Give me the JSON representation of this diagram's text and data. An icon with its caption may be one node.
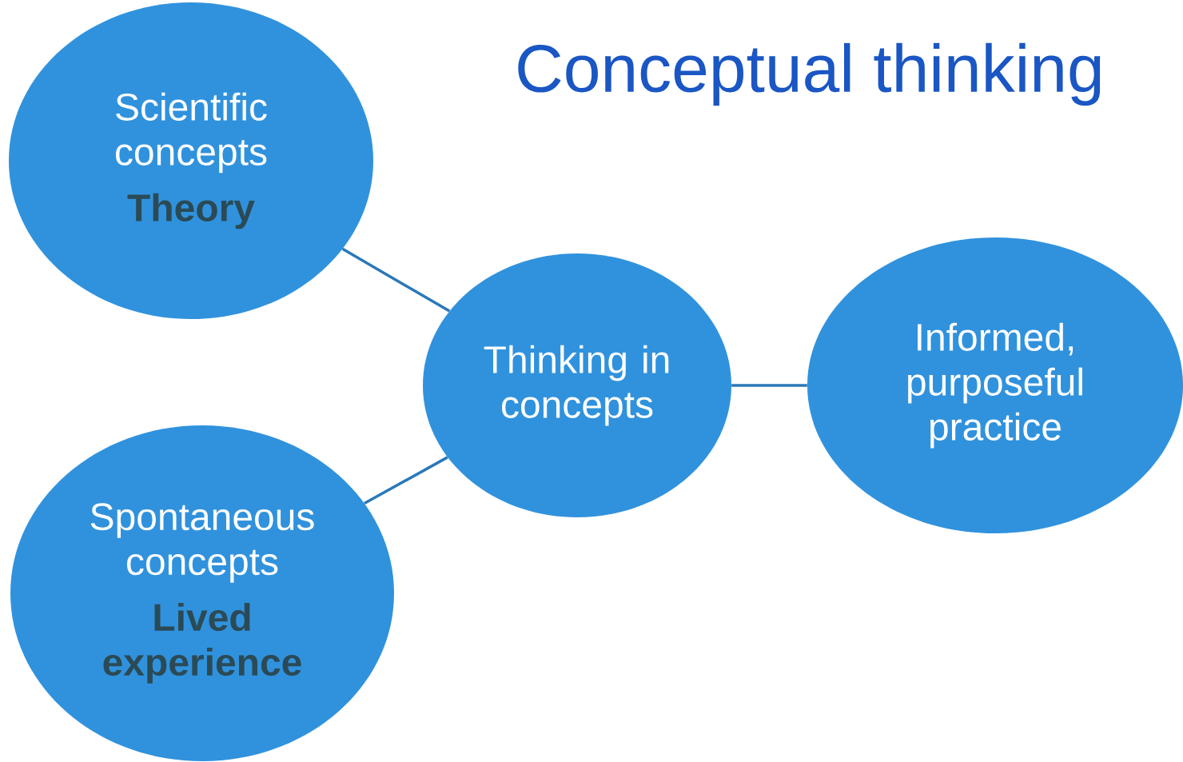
{
  "diagram": {
    "title": "Conceptual thinking",
    "nodes": [
      {
        "text": [
          "Scientific concepts",
          "Theory"
        ]
      },
      {
        "text": [
          "Thinking in concepts"
        ]
      },
      {
        "text": [
          "Spontaneous concepts",
          "Lived experience"
        ]
      },
      {
        "text": [
          "Informed, purposeful practice"
        ]
      }
    ],
    "edges": [
      {
        "from": 0,
        "to": 1,
        "arrow": "none"
      },
      {
        "from": 2,
        "to": 1,
        "arrow": "none"
      },
      {
        "from": 1,
        "to": 3,
        "arrow": "none"
      }
    ]
  }
}
